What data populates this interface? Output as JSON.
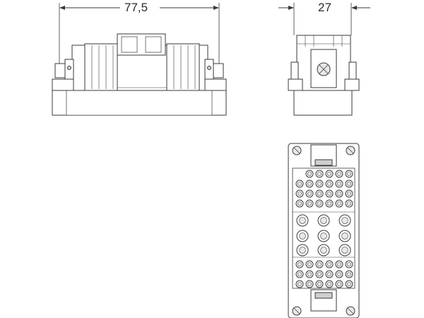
{
  "dimensions": {
    "width_label": "77,5",
    "depth_label": "27"
  },
  "colors": {
    "line": "#3a3a3a",
    "fill_light": "#e8e8e8",
    "fill_mid": "#cfcfcf",
    "background": "#ffffff"
  },
  "views": [
    "front-view",
    "side-view",
    "contact-face-view"
  ]
}
